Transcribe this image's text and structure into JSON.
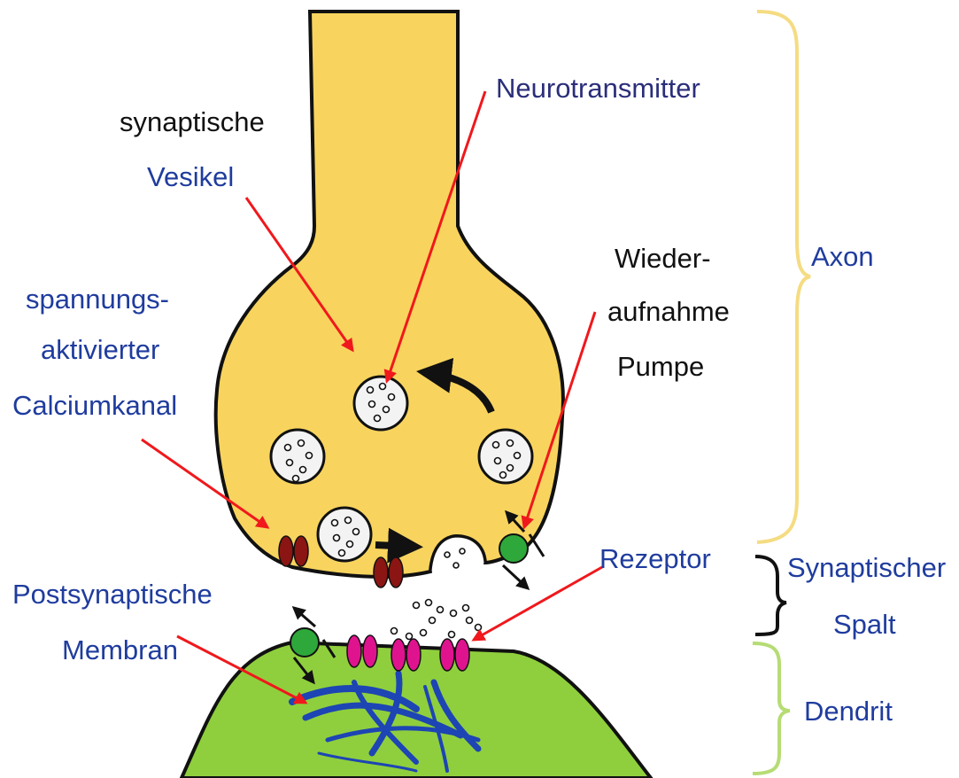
{
  "colors": {
    "axon_fill": "#f8d45e",
    "dendrite_fill": "#8fcf3d",
    "arrow_red": "#f0181c",
    "axon_brace": "#f5dc82",
    "dendrite_brace": "#b6dc74",
    "calcium_channel": "#8a1512",
    "receptor": "#e0138f",
    "pump": "#2ea83a",
    "cytoskeleton": "#1d45b4",
    "label_blue": "#1f3c9e",
    "label_black": "#111111"
  },
  "labels": {
    "synaptische": "synaptische",
    "vesikel": "Vesikel",
    "neurotransmitter": "Neurotransmitter",
    "spannungs": "spannungs-",
    "aktivierter": "aktivierter",
    "calciumkanal": "Calciumkanal",
    "wieder": "Wieder-",
    "aufnahme": "aufnahme",
    "pumpe": "Pumpe",
    "axon": "Axon",
    "rezeptor": "Rezeptor",
    "synaptischer": "Synaptischer",
    "spalt": "Spalt",
    "postsynaptische": "Postsynaptische",
    "membran": "Membran",
    "dendrit": "Dendrit"
  }
}
